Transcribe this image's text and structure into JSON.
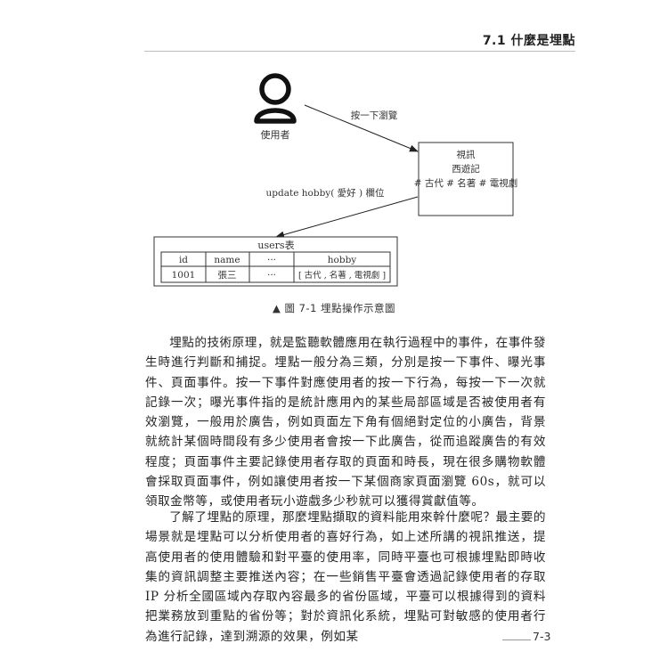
{
  "header": {
    "title": "7.1  什麼是埋點"
  },
  "figure": {
    "user_label": "使用者",
    "arrow_top_label": "按一下瀏覽",
    "arrow_bottom_label": "update hobby( 愛好 ) 欄位",
    "box_lines": [
      "視訊",
      "西遊記",
      "# 古代 # 名著 # 電視劇"
    ],
    "table": {
      "title": "users表",
      "headers": [
        "id",
        "name",
        "···",
        "hobby"
      ],
      "row": [
        "1001",
        "張三",
        "···",
        "[ 古代 , 名著 , 電視劇 ]"
      ]
    },
    "caption": "▲  圖 7-1  埋點操作示意圖"
  },
  "paragraphs": [
    "埋點的技術原理，就是監聽軟體應用在執行過程中的事件，在事件發生時進行判斷和捕捉。埋點一般分為三類，分別是按一下事件、曝光事件、頁面事件。按一下事件對應使用者的按一下行為，每按一下一次就記錄一次；曝光事件指的是統計應用內的某些局部區域是否被使用者有效瀏覽，一般用於廣告，例如頁面左下角有個絕對定位的小廣告，背景就統計某個時間段有多少使用者會按一下此廣告，從而追蹤廣告的有效程度；頁面事件主要記錄使用者存取的頁面和時長，現在很多購物軟體會採取頁面事件，例如讓使用者按一下某個商家頁面瀏覽 60s，就可以領取金幣等，或使用者玩小遊戲多少秒就可以獲得賞獻值等。",
    "了解了埋點的原理，那麼埋點擷取的資料能用來幹什麼呢？最主要的場景就是埋點可以分析使用者的喜好行為，如上述所講的視訊推送，提高使用者的使用體驗和對平臺的使用率，同時平臺也可根據埋點即時收集的資訊調整主要推送內容；在一些銷售平臺會透過記錄使用者的存取 IP 分析全國區域內存取內容最多的省份區域，平臺可以根據得到的資料把業務放到重點的省份等；對於資訊化系統，埋點可對敏感的使用者行為進行記錄，達到溯源的效果，例如某"
  ],
  "footer": {
    "page_number": "7-3"
  }
}
